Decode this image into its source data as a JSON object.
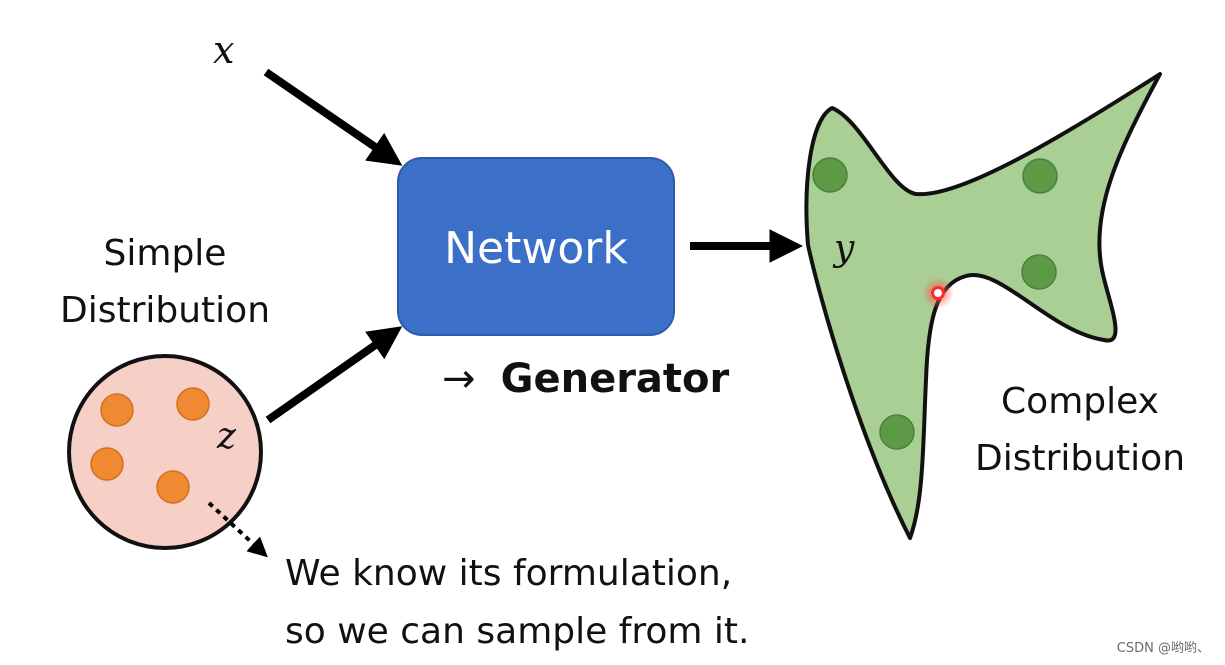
{
  "input_x_label": "x",
  "latent_z_label": "z",
  "output_y_label": "y",
  "network": {
    "label": "Network",
    "fill": "#3b6fc8",
    "stroke": "#2f5aa8"
  },
  "generator": {
    "arrow": "→",
    "label": "Generator"
  },
  "simple_distribution": {
    "line1": "Simple",
    "line2": "Distribution",
    "fill": "#f6cfc6",
    "dot_color": "#ef8a32"
  },
  "complex_distribution": {
    "line1": "Complex",
    "line2": "Distribution",
    "fill": "#a9cf95",
    "dot_color": "#5e9a45"
  },
  "note": {
    "line1": "We know its formulation,",
    "line2": "so we can sample from it."
  },
  "sample_marker_color": "#ff2a2a",
  "watermark": "CSDN @哟哟、"
}
